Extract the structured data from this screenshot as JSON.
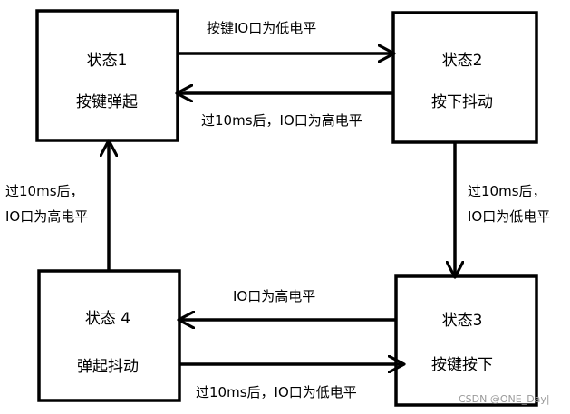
{
  "states": [
    {
      "id": "state-1",
      "title": "状态1",
      "subtitle": "按键弹起"
    },
    {
      "id": "state-2",
      "title": "状态2",
      "subtitle": "按下抖动"
    },
    {
      "id": "state-3",
      "title": "状态3",
      "subtitle": "按键按下"
    },
    {
      "id": "state-4",
      "title": "状态 4",
      "subtitle": "弹起抖动"
    }
  ],
  "transitions": [
    {
      "from": "state-1",
      "to": "state-2",
      "label_lines": [
        "按键IO口为低电平"
      ]
    },
    {
      "from": "state-2",
      "to": "state-1",
      "label_lines": [
        "过10ms后，IO口为高电平"
      ]
    },
    {
      "from": "state-2",
      "to": "state-3",
      "label_lines": [
        "过10ms后，",
        "IO口为低电平"
      ]
    },
    {
      "from": "state-3",
      "to": "state-4",
      "label_lines": [
        "IO口为高电平"
      ]
    },
    {
      "from": "state-4",
      "to": "state-3",
      "label_lines": [
        "过10ms后，IO口为低电平"
      ]
    },
    {
      "from": "state-4",
      "to": "state-1",
      "label_lines": [
        "过10ms后，",
        "IO口为高电平"
      ]
    }
  ],
  "watermark": "CSDN @ONE_Day|",
  "colors": {
    "stroke": "#000000",
    "text": "#000000",
    "watermark": "#9a9a9a",
    "background": "#ffffff"
  }
}
